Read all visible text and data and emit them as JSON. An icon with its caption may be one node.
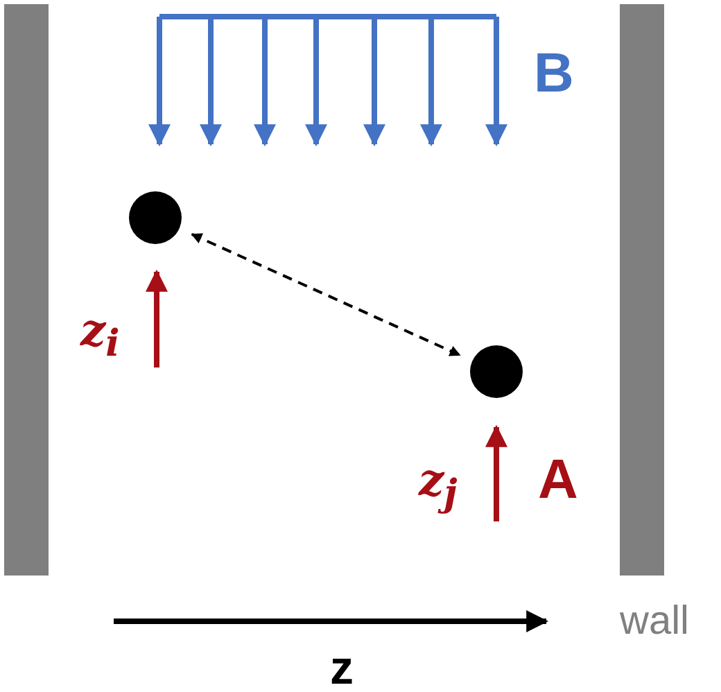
{
  "diagram": {
    "nodes": [
      {
        "text": [],
        "shape": "circle"
      },
      {
        "text": [],
        "shape": "circle"
      }
    ],
    "edges": [
      {
        "from": 0,
        "to": 1,
        "arrow": "both",
        "style": "dashed"
      }
    ],
    "labels": [
      "B",
      "z$_{i}$",
      "z$_{j}$",
      "A",
      "wall",
      "z"
    ]
  }
}
